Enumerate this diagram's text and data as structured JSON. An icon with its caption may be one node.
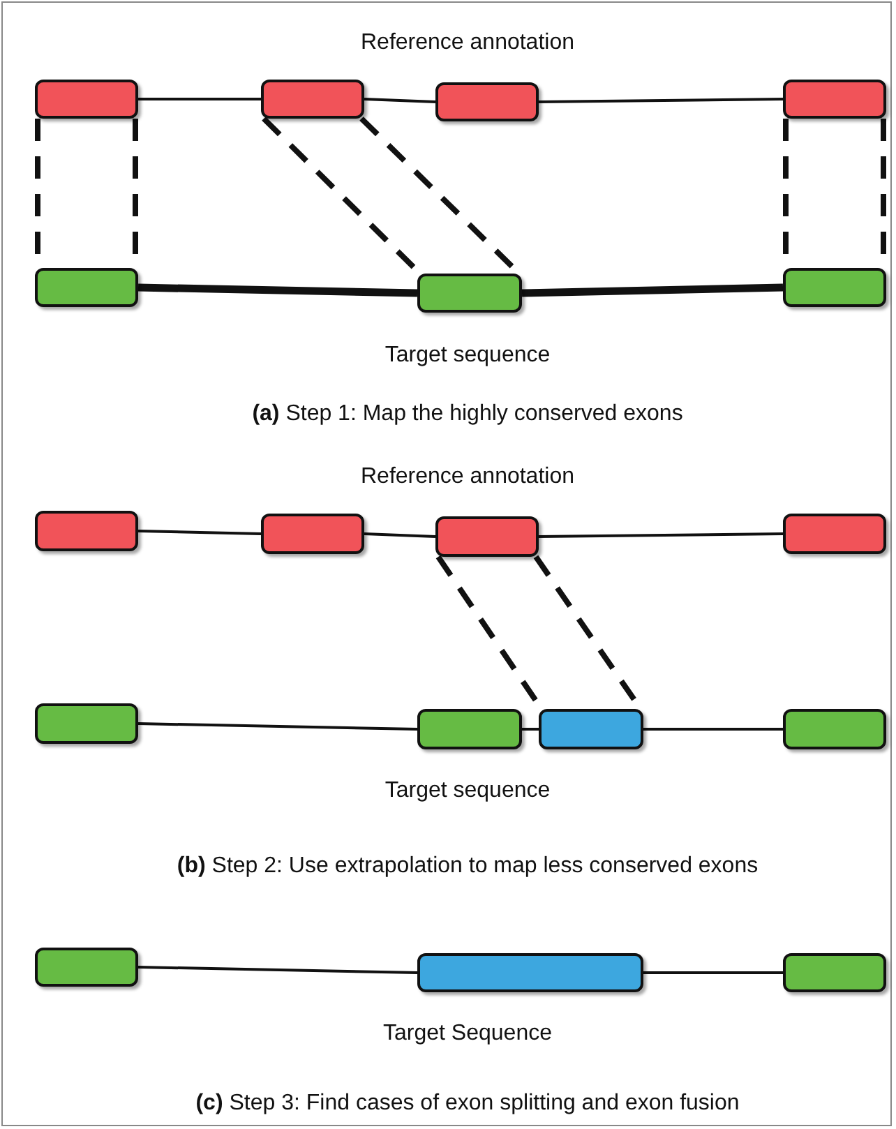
{
  "diagram": {
    "nodes": [
      {
        "text": [],
        "shape": "box"
      },
      {
        "text": [],
        "shape": "box"
      },
      {
        "text": [],
        "shape": "box"
      },
      {
        "text": [],
        "shape": "box"
      },
      {
        "text": [],
        "shape": "box"
      },
      {
        "text": [],
        "shape": "box"
      },
      {
        "text": [],
        "shape": "box"
      },
      {
        "text": [],
        "shape": "box"
      },
      {
        "text": [],
        "shape": "box"
      },
      {
        "text": [],
        "shape": "box"
      },
      {
        "text": [],
        "shape": "box"
      },
      {
        "text": [],
        "shape": "box"
      },
      {
        "text": [],
        "shape": "box"
      },
      {
        "text": [],
        "shape": "box"
      },
      {
        "text": [],
        "shape": "box"
      },
      {
        "text": [],
        "shape": "box"
      },
      {
        "text": [],
        "shape": "box"
      },
      {
        "text": [],
        "shape": "box"
      }
    ],
    "edges": [
      {
        "from": 0,
        "to": 1,
        "arrow": "none"
      },
      {
        "from": 1,
        "to": 2,
        "arrow": "none"
      },
      {
        "from": 2,
        "to": 3,
        "arrow": "none"
      },
      {
        "from": 4,
        "to": 5,
        "arrow": "none",
        "style": "thick"
      },
      {
        "from": 5,
        "to": 6,
        "arrow": "none",
        "style": "thick"
      },
      {
        "from": 0,
        "to": 4,
        "arrow": "none",
        "style": "dashed"
      },
      {
        "from": 1,
        "to": 5,
        "arrow": "none",
        "style": "dashed"
      },
      {
        "from": 3,
        "to": 6,
        "arrow": "none",
        "style": "dashed"
      },
      {
        "from": 7,
        "to": 8,
        "arrow": "none"
      },
      {
        "from": 8,
        "to": 9,
        "arrow": "none"
      },
      {
        "from": 9,
        "to": 10,
        "arrow": "none"
      },
      {
        "from": 11,
        "to": 12,
        "arrow": "none"
      },
      {
        "from": 12,
        "to": 13,
        "arrow": "none"
      },
      {
        "from": 13,
        "to": 14,
        "arrow": "none"
      },
      {
        "from": 9,
        "to": 13,
        "arrow": "none",
        "style": "dashed"
      },
      {
        "from": 15,
        "to": 16,
        "arrow": "none"
      },
      {
        "from": 16,
        "to": 17,
        "arrow": "none"
      }
    ],
    "labels": [
      "Reference annotation",
      "Target sequence",
      "**(a)** Step 1: Map the highly conserved exons",
      "Reference annotation",
      "Target sequence",
      "**(b)** Step 2: Use extrapolation to map less conserved exons",
      "Target Sequence",
      "**(c)** Step 3: Find cases of exon splitting and exon fusion"
    ]
  }
}
